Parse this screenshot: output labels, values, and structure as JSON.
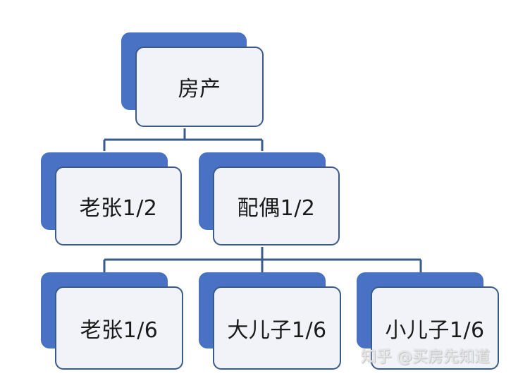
{
  "tree": {
    "root": {
      "label": "房产"
    },
    "level2": [
      {
        "label": "老张1/2"
      },
      {
        "label": "配偶1/2"
      }
    ],
    "level3": [
      {
        "label": "老张1/6"
      },
      {
        "label": "大儿子1/6"
      },
      {
        "label": "小儿子1/6"
      }
    ]
  },
  "colors": {
    "shadow": "#4a72c4",
    "card_fill": "#f1f3f8",
    "card_border": "#3a5a8a",
    "connector": "#3a5a8a"
  },
  "watermark": {
    "text": "知乎 @买房先知道"
  }
}
